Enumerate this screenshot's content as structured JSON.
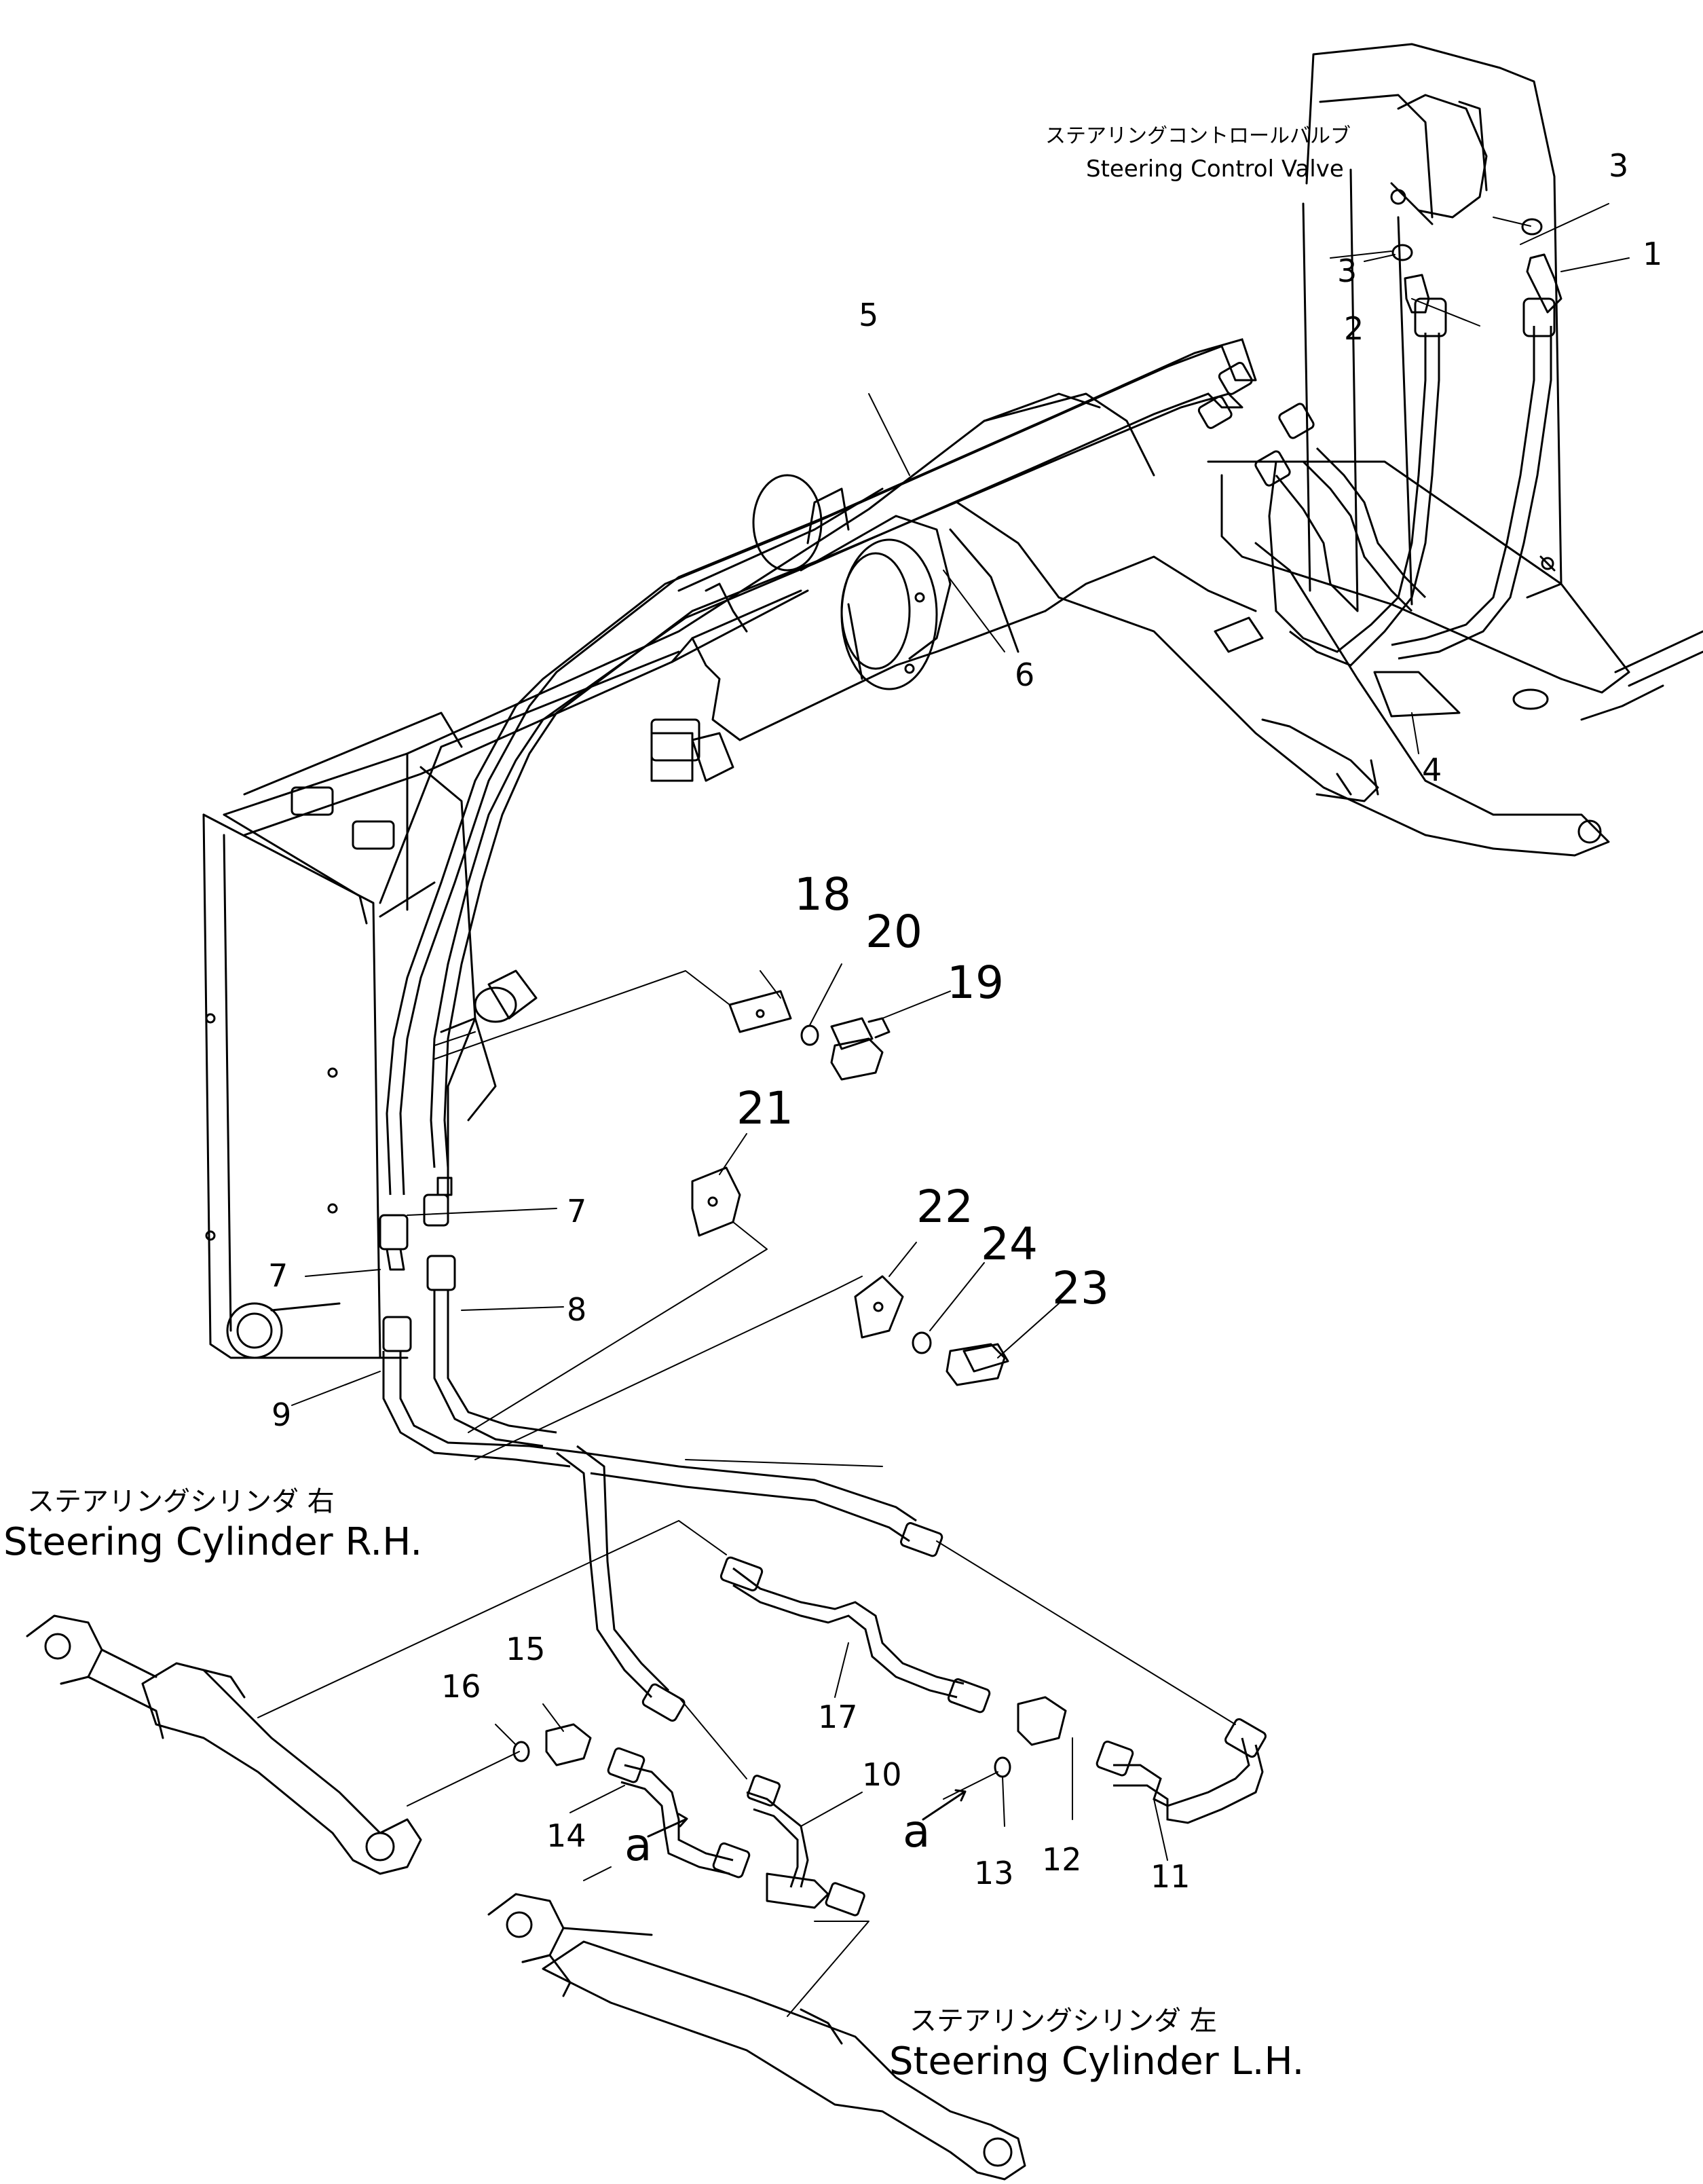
{
  "captions": {
    "control_valve_jp": "ステアリングコントロールバルブ",
    "control_valve_en": "Steering Control Valve",
    "cyl_rh_jp": "ステアリングシリンダ 右",
    "cyl_rh_en": "Steering Cylinder R.H.",
    "cyl_lh_jp": "ステアリングシリンダ 左",
    "cyl_lh_en": "Steering Cylinder L.H."
  },
  "callouts": {
    "p1": "1",
    "p2": "2",
    "p3a": "3",
    "p3b": "3",
    "p4": "4",
    "p5": "5",
    "p6": "6",
    "p7a": "7",
    "p7b": "7",
    "p8": "8",
    "p9": "9",
    "p10": "10",
    "p11": "11",
    "p12": "12",
    "p13": "13",
    "p14": "14",
    "p15": "15",
    "p16": "16",
    "p17": "17",
    "p18": "18",
    "p19": "19",
    "p20": "20",
    "p21": "21",
    "p22": "22",
    "p23": "23",
    "p24": "24",
    "view_a1": "a",
    "view_a2": "a"
  }
}
